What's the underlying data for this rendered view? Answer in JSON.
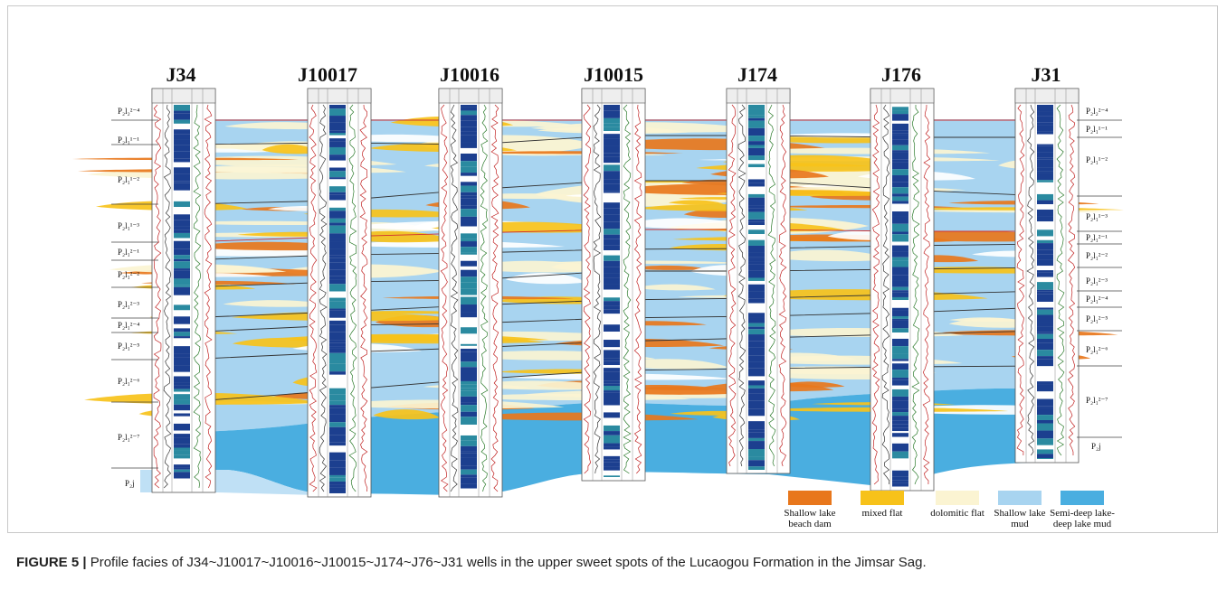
{
  "wells": [
    "J34",
    "J10017",
    "J10016",
    "J10015",
    "J174",
    "J176",
    "J31"
  ],
  "left_zones": [
    "P₂l₂²⁻⁴",
    "P₂l₁¹⁻¹",
    "P₂l₁¹⁻²",
    "P₂l₁¹⁻³",
    "P₂l₁²⁻¹",
    "P₂l₁²⁻²",
    "P₂l₁²⁻³",
    "P₂l₁²⁻⁴",
    "P₂l₁²⁻⁵",
    "P₂l₁²⁻⁶",
    "P₂l₁²⁻⁷",
    "P₂j"
  ],
  "right_zones": [
    "P₂l₂²⁻⁴",
    "P₂l₁¹⁻¹",
    "P₂l₁¹⁻²",
    "P₂l₁¹⁻³",
    "P₂l₁²⁻¹",
    "P₂l₁²⁻²",
    "P₂l₁²⁻³",
    "P₂l₁²⁻⁴",
    "P₂l₁²⁻⁵",
    "P₂l₁²⁻⁶",
    "P₂l₁²⁻⁷",
    "P₂j"
  ],
  "legend": [
    {
      "label": "Shallow lake beach dam",
      "color": "#e8771c"
    },
    {
      "label": "mixed flat",
      "color": "#f7c21a"
    },
    {
      "label": "dolomitic flat",
      "color": "#fbf4d2"
    },
    {
      "label": "Shallow lake mud",
      "color": "#a8d4f0"
    },
    {
      "label": "Semi-deep lake-deep lake mud",
      "color": "#4aaee0"
    }
  ],
  "caption": {
    "prefix": "FIGURE 5 |",
    "text": " Profile facies of J34~J10017~J10016~J10015~J174~J76~J31 wells in the upper sweet spots of the Lucaogou Formation in the Jimsar Sag."
  },
  "colors": {
    "shallow_mud": "#a8d4f0",
    "deep_mud": "#4aaee0",
    "beach_dam": "#e8771c",
    "mixed_flat": "#f7c21a",
    "dolomitic_flat": "#fbf4d2",
    "well_dark": "#1c3f8f"
  }
}
